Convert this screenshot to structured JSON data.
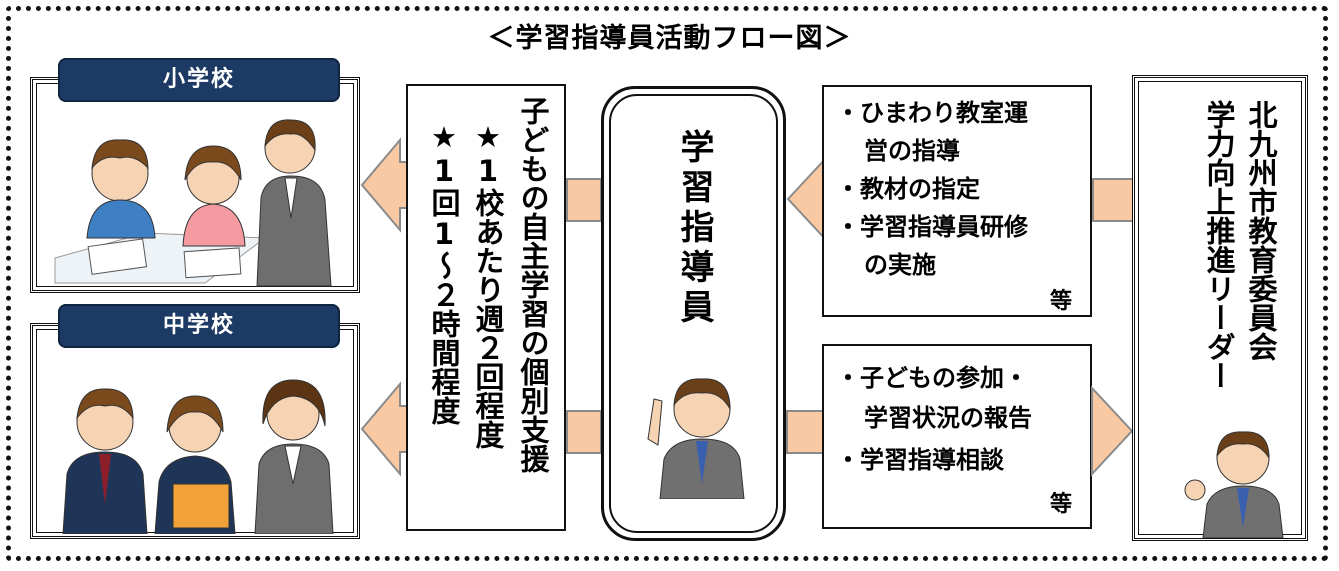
{
  "title": "＜学習指導員活動フロー図＞",
  "schools": {
    "elementary_label": "小学校",
    "junior_high_label": "中学校"
  },
  "support": {
    "heading": "子どもの自主学習の個別支援",
    "bullet1": "★1校あたり週２回程度",
    "bullet2": "★1回1～２時間程度"
  },
  "instructor": {
    "label": "学習指導員"
  },
  "board_actions": {
    "items": [
      "・ひまわり教室運",
      "営の指導",
      "・教材の指定",
      "・学習指導員研修",
      "の実施"
    ],
    "etc": "等"
  },
  "reports": {
    "items": [
      "・子どもの参加・",
      "学習状況の報告",
      "・学習指導相談"
    ],
    "etc": "等"
  },
  "board": {
    "line1": "北九州市教育委員会",
    "line2": "学力向上推進リーダー"
  },
  "colors": {
    "arrow_fill": "#f8c9a3",
    "arrow_stroke": "#8a8a8a",
    "label_bg": "#1c3a64"
  }
}
